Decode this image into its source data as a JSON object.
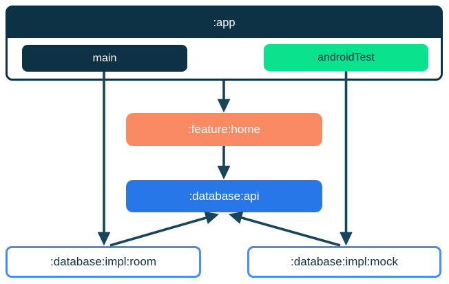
{
  "colors": {
    "background": "#ffffff",
    "navy": "#0e3245",
    "green": "#0be28e",
    "coral": "#f98a63",
    "blue": "#2777e8",
    "outline_blue": "#4a8cf5",
    "arrow": "#17455a",
    "text_light": "#ffffff",
    "text_dark": "#0e3245"
  },
  "app_module": {
    "title": ":app",
    "source_sets": [
      {
        "label": "main",
        "variant": "navy"
      },
      {
        "label": "androidTest",
        "variant": "green"
      }
    ]
  },
  "modules": [
    {
      "label": ":feature:home",
      "variant": "coral"
    },
    {
      "label": ":database:api",
      "variant": "blue"
    },
    {
      "label": ":database:impl:room",
      "variant": "outlined"
    },
    {
      "label": ":database:impl:mock",
      "variant": "outlined"
    }
  ],
  "edges": [
    {
      "from": "main",
      "to": ":database:impl:room"
    },
    {
      "from": ":app",
      "to": ":feature:home"
    },
    {
      "from": "androidTest",
      "to": ":database:impl:mock"
    },
    {
      "from": ":feature:home",
      "to": ":database:api"
    },
    {
      "from": ":database:impl:room",
      "to": ":database:api"
    },
    {
      "from": ":database:impl:mock",
      "to": ":database:api"
    }
  ]
}
